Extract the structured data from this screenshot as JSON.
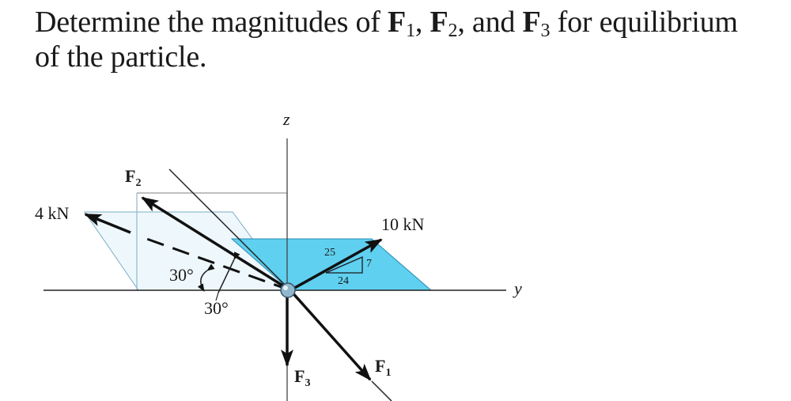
{
  "problem": {
    "part1": "Determine the magnitudes of ",
    "f": "F",
    "sub1": "1",
    "sep1": ", ",
    "sub2": "2",
    "sep2": ", and ",
    "sub3": "3",
    "part2": " for equilibrium",
    "line2": "of the particle."
  },
  "diagram": {
    "axis_z": "z",
    "axis_y": "y",
    "force_4kn": "4 kN",
    "force_10kn": "10 kN",
    "f2_letter": "F",
    "f2_sub": "2",
    "f1_letter": "F",
    "f1_sub": "1",
    "f3_letter": "F",
    "f3_sub": "3",
    "slope_25": "25",
    "slope_24": "24",
    "slope_7": "7",
    "angle_upper": "30°",
    "angle_lower": "30°"
  },
  "colors": {
    "plane_fill": "#5fd0f0",
    "shadow_fill": "#eef8fc",
    "particle": "#8fb6cc"
  }
}
